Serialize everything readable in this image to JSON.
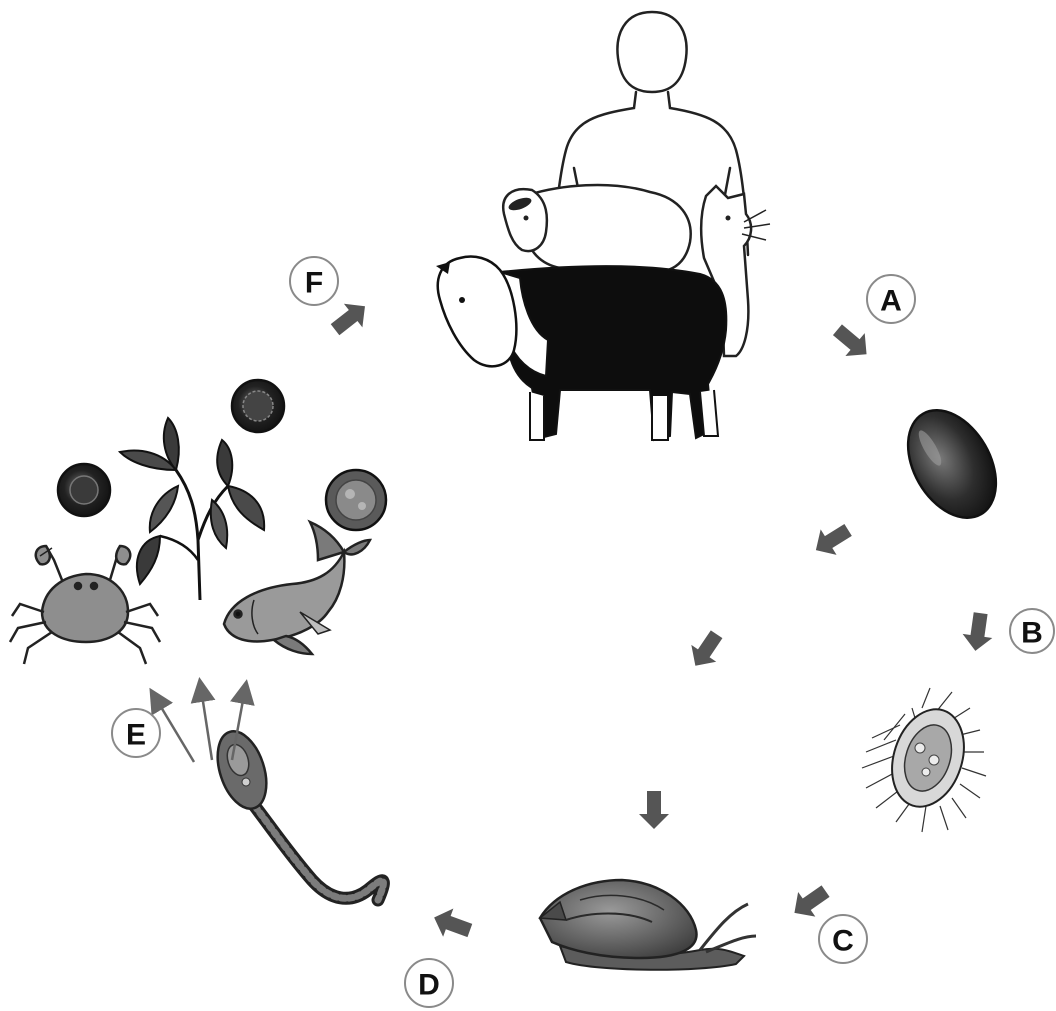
{
  "labels": {
    "a": "A",
    "b": "B",
    "c": "C",
    "d": "D",
    "e": "E",
    "f": "F"
  },
  "colors": {
    "arrow": "#555555",
    "thin_arrow": "#666666",
    "label_border": "#8a8a8a",
    "ink": "#111111",
    "egg": "#2a2a2a",
    "snail_shell": "#6e6e6e",
    "crab": "#8e8e8e",
    "fish": "#9a9a9a",
    "plant": "#3a3a3a"
  },
  "icons": {
    "definitive_hosts": "human-sheep-cow-cat-icon",
    "egg": "egg-icon",
    "miracidium": "miracidium-icon",
    "snail": "snail-icon",
    "cercaria": "cercaria-icon",
    "metacercaria": "metacercaria-cyst-icon",
    "crab": "crab-icon",
    "plant": "aquatic-plant-icon",
    "fish": "fish-icon"
  }
}
